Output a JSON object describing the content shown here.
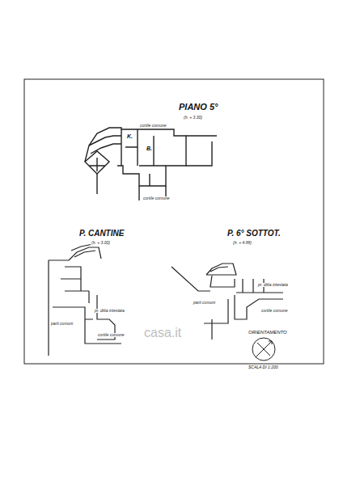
{
  "diagram": {
    "labels": [
      "PIANO 5°",
      "(h. + 3.30)",
      "cortile comune",
      "K.",
      "B.",
      "cortile comune",
      "P. CANTINE",
      "(h. + 3.00)",
      "pr. ditta intestata",
      "parti comuni",
      "cortile comune",
      "P. 6° SOTTOT.",
      "(h. + 4.88)",
      "pr. ditta intestata",
      "parti comuni",
      "cortile comune",
      "ORIENTAMENTO",
      "SCALA DI 1:200",
      "casa.it"
    ]
  }
}
